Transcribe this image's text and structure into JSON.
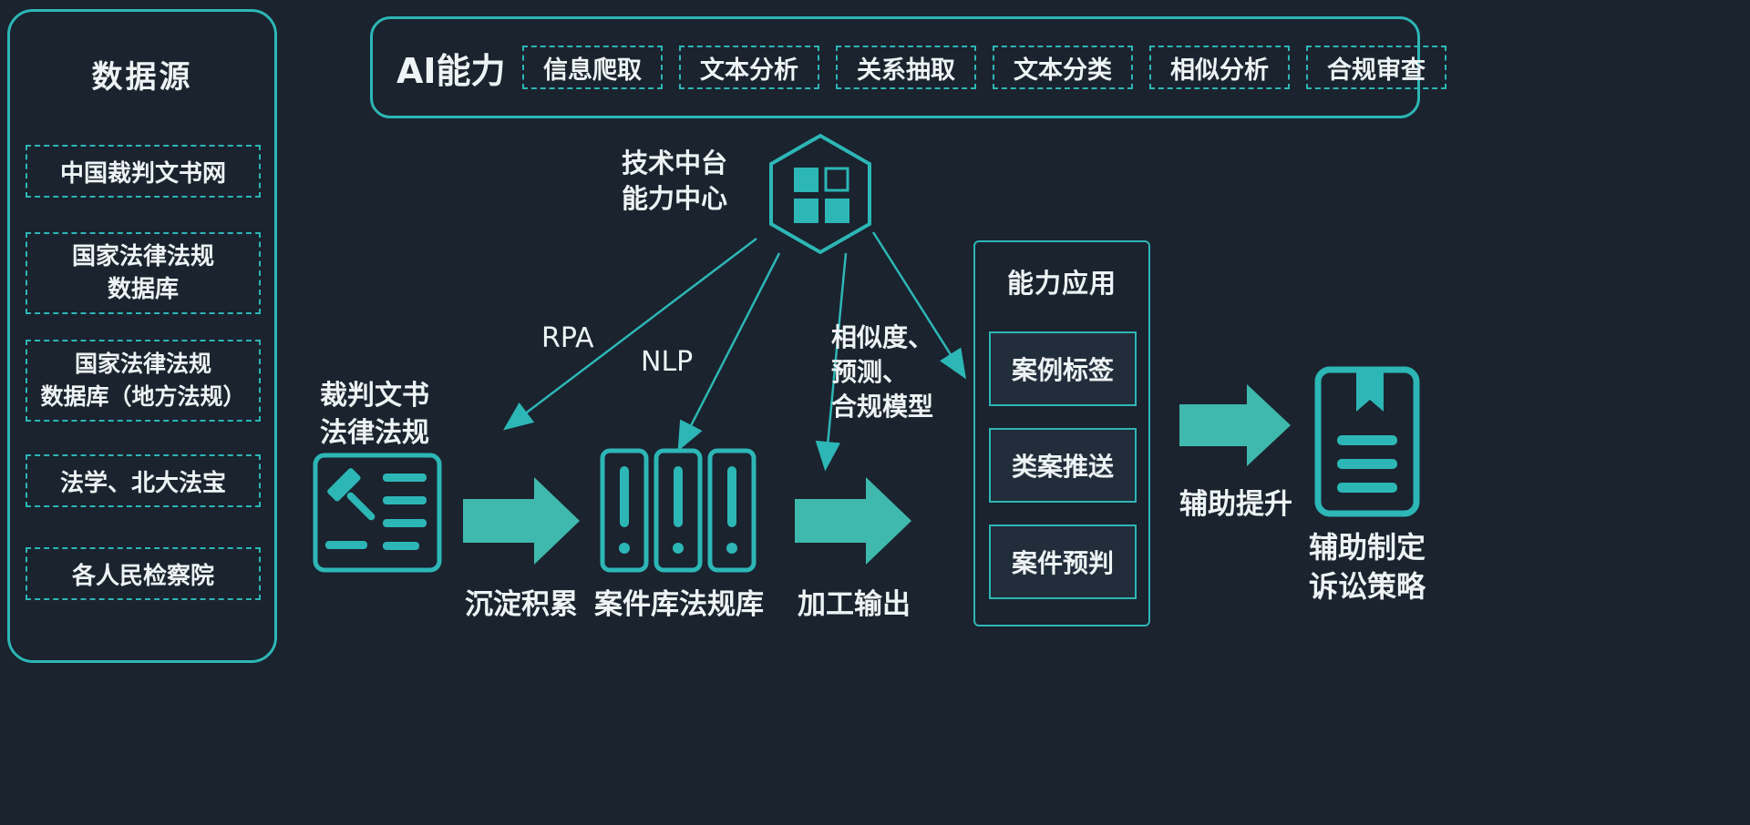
{
  "colors": {
    "background": "#1a232e",
    "accent_teal": "#2db6b6",
    "arrow_fill": "#3fb9ad",
    "text": "#eef4f6"
  },
  "data_sources": {
    "title": "数据源",
    "items": [
      {
        "label": "中国裁判文书网"
      },
      {
        "label": "国家法律法规\n数据库"
      },
      {
        "label": "国家法律法规\n数据库（地方法规）"
      },
      {
        "label": "法学、北大法宝"
      },
      {
        "label": "各人民检察院"
      }
    ]
  },
  "ai_capabilities": {
    "title": "AI能力",
    "items": [
      {
        "label": "信息爬取"
      },
      {
        "label": "文本分析"
      },
      {
        "label": "关系抽取"
      },
      {
        "label": "文本分类"
      },
      {
        "label": "相似分析"
      },
      {
        "label": "合规审查"
      }
    ]
  },
  "platform": {
    "label": "技术中台\n能力中心"
  },
  "connectors": {
    "rpa_label": "RPA",
    "nlp_label": "NLP",
    "model_label": "相似度、\n预测、\n合规模型"
  },
  "flow": {
    "source_label": "裁判文书\n法律法规",
    "accumulate_label": "沉淀积累",
    "store_label": "案件库法规库",
    "process_label": "加工输出",
    "assist_label": "辅助提升",
    "result_label": "辅助制定\n诉讼策略"
  },
  "applications": {
    "title": "能力应用",
    "items": [
      {
        "label": "案例标签"
      },
      {
        "label": "类案推送"
      },
      {
        "label": "案件预判"
      }
    ]
  }
}
